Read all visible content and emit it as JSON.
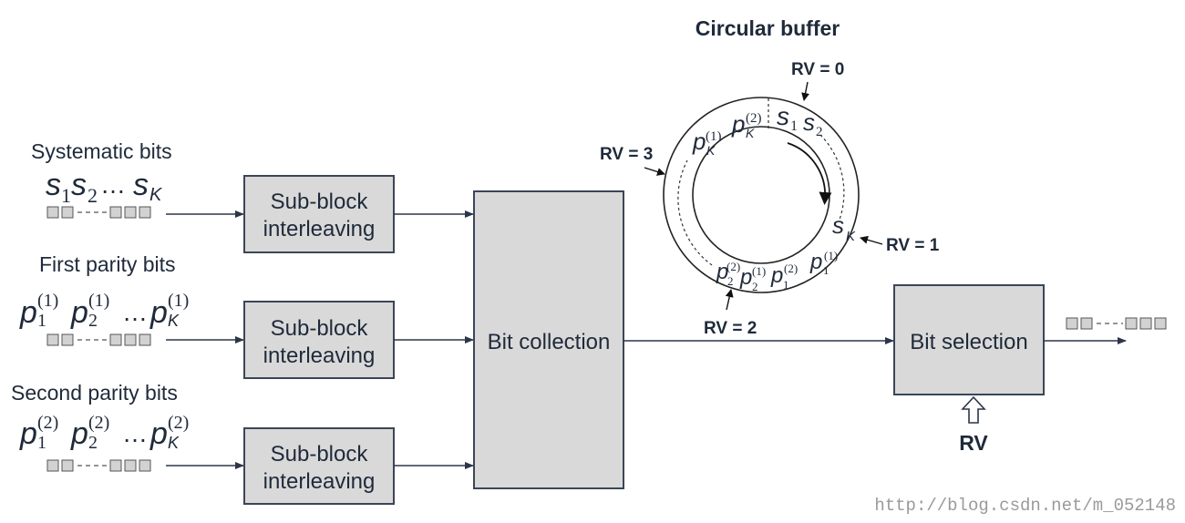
{
  "title": "Circular buffer",
  "inputs": [
    {
      "label": "Systematic bits",
      "symbol": "s",
      "items": [
        {
          "base": "s",
          "sub": "1",
          "sup": ""
        },
        {
          "base": "s",
          "sub": "2",
          "sup": ""
        },
        {
          "base": "s",
          "sub": "K",
          "sup": ""
        }
      ],
      "ellipsis": "…"
    },
    {
      "label": "First parity bits",
      "items": [
        {
          "base": "p",
          "sub": "1",
          "sup": "(1)"
        },
        {
          "base": "p",
          "sub": "2",
          "sup": "(1)"
        },
        {
          "base": "p",
          "sub": "K",
          "sup": "(1)"
        }
      ],
      "ellipsis": "…"
    },
    {
      "label": "Second parity bits",
      "items": [
        {
          "base": "p",
          "sub": "1",
          "sup": "(2)"
        },
        {
          "base": "p",
          "sub": "2",
          "sup": "(2)"
        },
        {
          "base": "p",
          "sub": "K",
          "sup": "(2)"
        }
      ],
      "ellipsis": "…"
    }
  ],
  "interleavers": [
    {
      "line1": "Sub-block",
      "line2": "interleaving"
    },
    {
      "line1": "Sub-block",
      "line2": "interleaving"
    },
    {
      "line1": "Sub-block",
      "line2": "interleaving"
    }
  ],
  "bit_collection": "Bit collection",
  "bit_selection": "Bit selection",
  "rv_input": "RV",
  "rv_markers": [
    "RV = 0",
    "RV = 1",
    "RV = 2",
    "RV = 3"
  ],
  "buffer_contents": {
    "top": [
      {
        "base": "p",
        "sub": "K",
        "sup": "(1)"
      },
      {
        "base": "p",
        "sub": "K",
        "sup": "(2)"
      },
      {
        "base": "s",
        "sub": "1",
        "sup": ""
      },
      {
        "base": "s",
        "sub": "2",
        "sup": ""
      }
    ],
    "right": {
      "base": "s",
      "sub": "K",
      "sup": ""
    },
    "bottom": [
      {
        "base": "p",
        "sub": "2",
        "sup": "(2)"
      },
      {
        "base": "p",
        "sub": "2",
        "sup": "(1)"
      },
      {
        "base": "p",
        "sub": "1",
        "sup": "(2)"
      },
      {
        "base": "p",
        "sub": "1",
        "sup": "(1)"
      }
    ]
  },
  "watermark": "http://blog.csdn.net/m_052148"
}
